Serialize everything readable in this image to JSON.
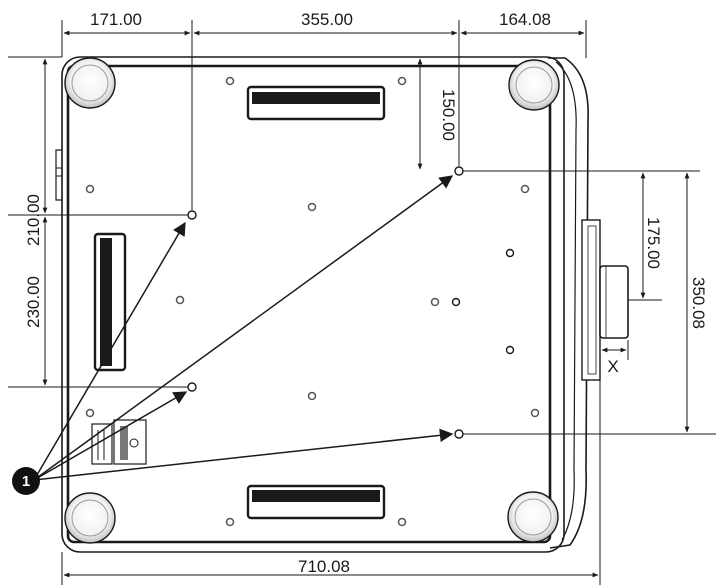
{
  "dimensions": {
    "top_left": "171.00",
    "top_middle": "355.00",
    "top_right": "164.08",
    "right_upper_vertical": "150.00",
    "left_upper": "210.00",
    "left_lower": "230.00",
    "right_middle": "175.00",
    "right_outer": "350.08",
    "bottom_width": "710.08",
    "lens_offset": "X"
  },
  "callout": {
    "number": "1"
  },
  "colors": {
    "line": "#1a1a1a",
    "body_fill": "#ffffff",
    "screw": "#555555"
  }
}
